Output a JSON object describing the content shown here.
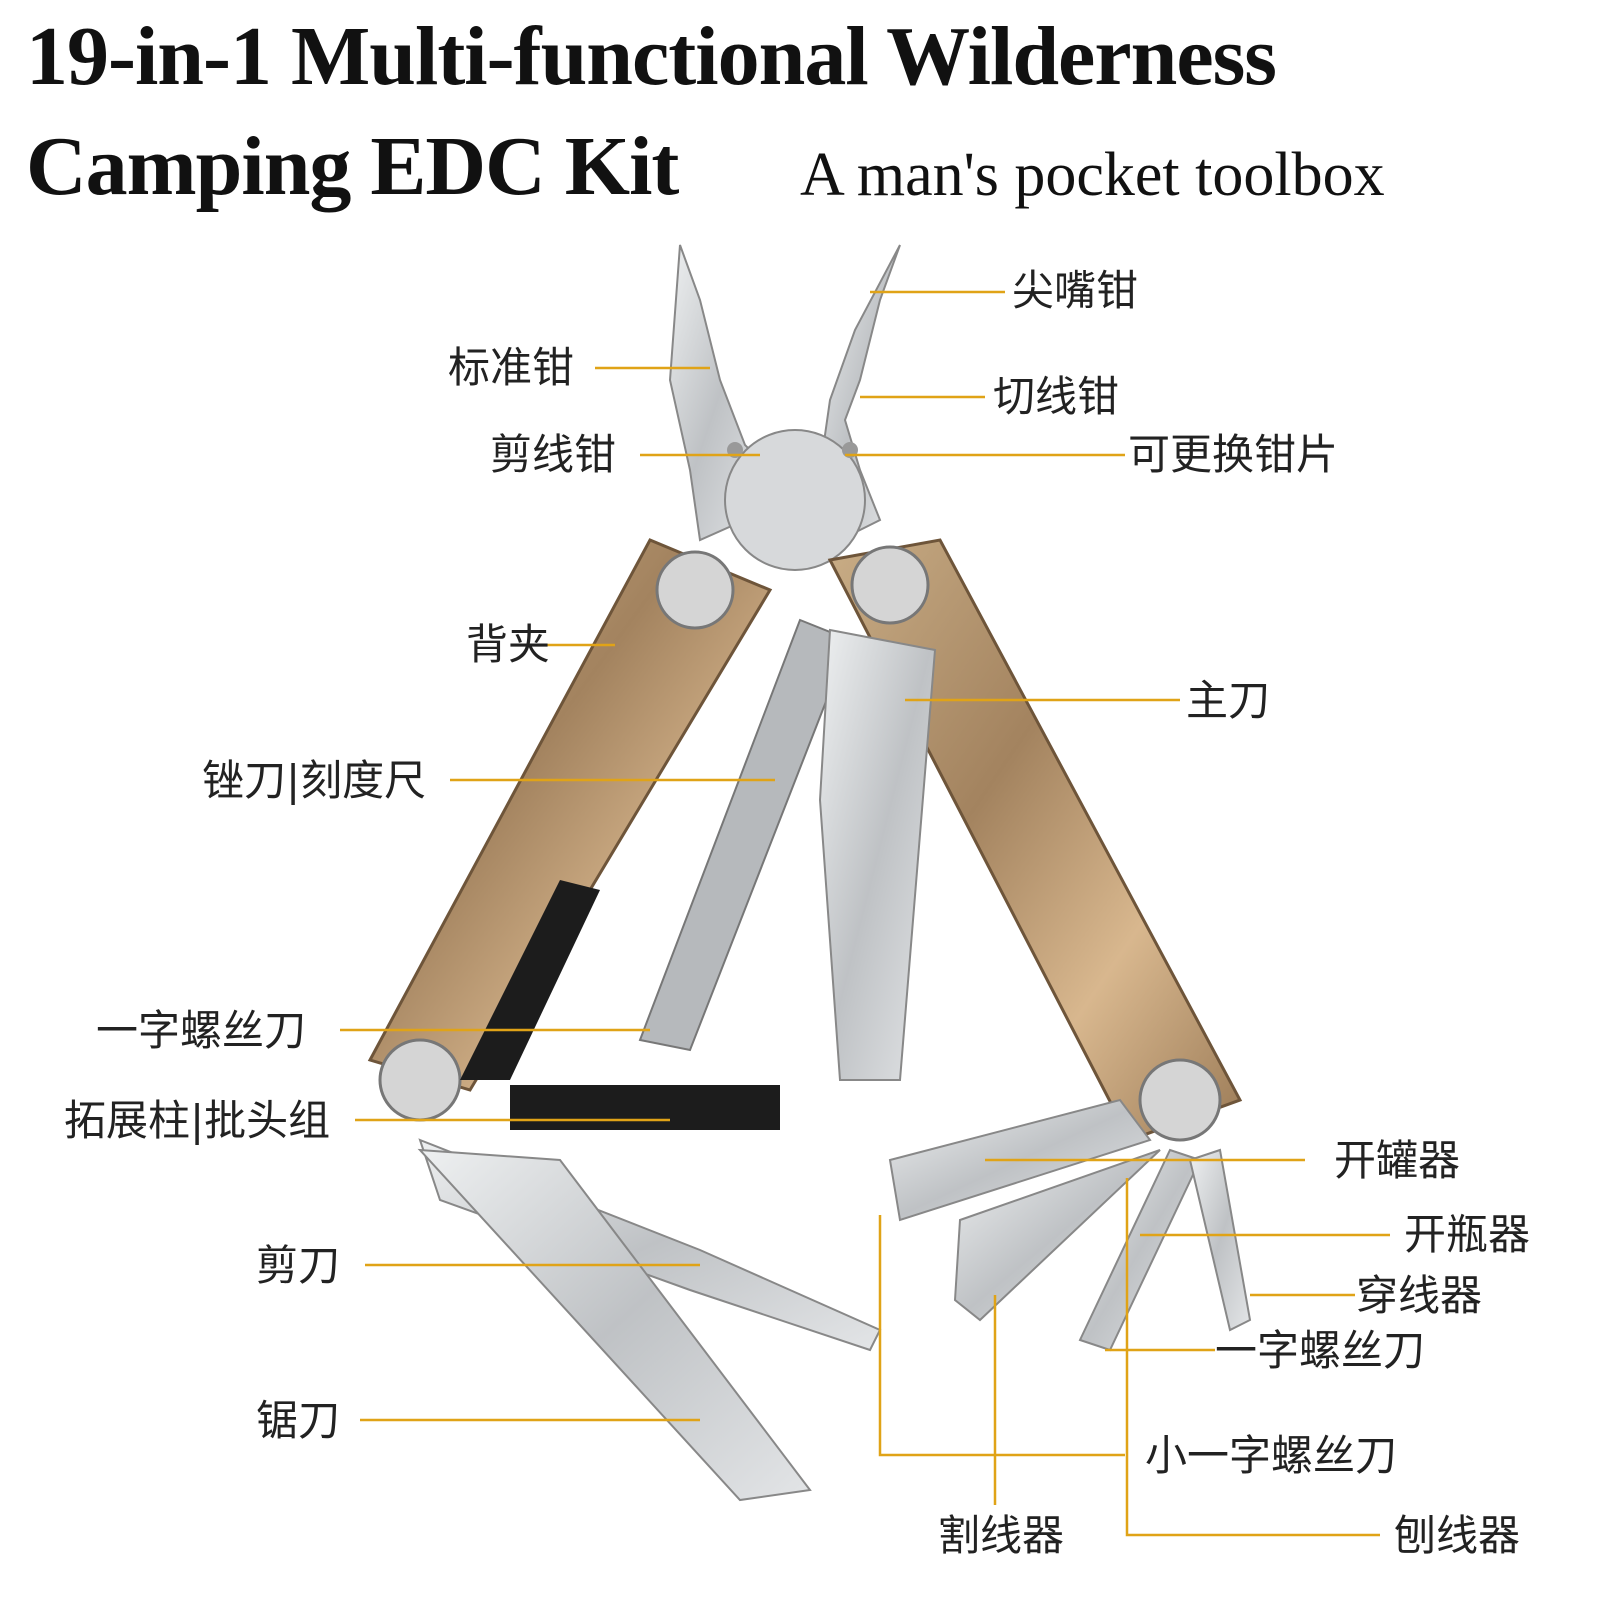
{
  "title": {
    "line1": "19-in-1 Multi-functional Wilderness",
    "line2": "Camping EDC Kit",
    "subtitle": "A man's pocket toolbox"
  },
  "colors": {
    "leader": "#e0a317",
    "steel": "#c9cbcd",
    "handle": "#b89a78",
    "black": "#1c1c1c"
  },
  "labels": {
    "needle_nose": "尖嘴钳",
    "standard_pliers": "标准钳",
    "wire_cutter": "切线钳",
    "wire_stripper": "剪线钳",
    "replaceable_jaw": "可更换钳片",
    "back_clip": "背夹",
    "main_blade": "主刀",
    "file_ruler": "锉刀|刻度尺",
    "flat_driver_left": "一字螺丝刀",
    "extension_bits": "拓展柱|批头组",
    "scissors": "剪刀",
    "saw": "锯刀",
    "can_opener": "开罐器",
    "bottle_opener": "开瓶器",
    "threader": "穿线器",
    "flat_driver_right": "一字螺丝刀",
    "small_flat_driver": "小一字螺丝刀",
    "cord_cutter": "割线器",
    "wire_planer": "刨线器"
  }
}
